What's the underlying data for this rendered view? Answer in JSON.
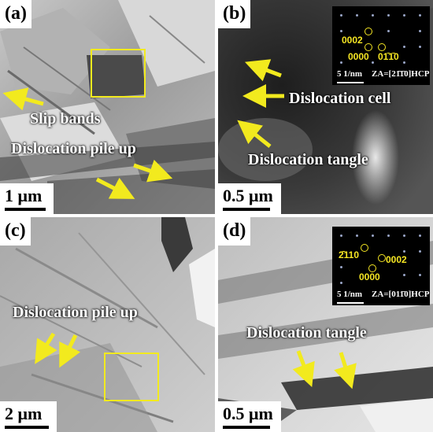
{
  "panels": {
    "a": {
      "label": "(a)",
      "scale": "1 μm",
      "annotations": [
        "Slip bands",
        "Dislocation pile up"
      ]
    },
    "b": {
      "label": "(b)",
      "scale": "0.5 μm",
      "annotations": [
        "Dislocation cell",
        "Dislocation tangle"
      ],
      "inset": {
        "indices": [
          "0002",
          "0000",
          "01̄1̄0"
        ],
        "scale": "5 1/nm",
        "zone_axis": "ZA=[21̄1̄0]HCP"
      }
    },
    "c": {
      "label": "(c)",
      "scale": "2 μm",
      "annotations": [
        "Dislocation pile up"
      ]
    },
    "d": {
      "label": "(d)",
      "scale": "0.5 μm",
      "annotations": [
        "Dislocation tangle"
      ],
      "inset": {
        "indices": [
          "2̄110",
          "0002",
          "0000"
        ],
        "scale": "5 1/nm",
        "zone_axis": "ZA=[011̄0]HCP"
      }
    }
  },
  "colors": {
    "highlight": "#f2ea1e",
    "arrow": "#f2ea1e",
    "index_text": "#f5e623"
  }
}
